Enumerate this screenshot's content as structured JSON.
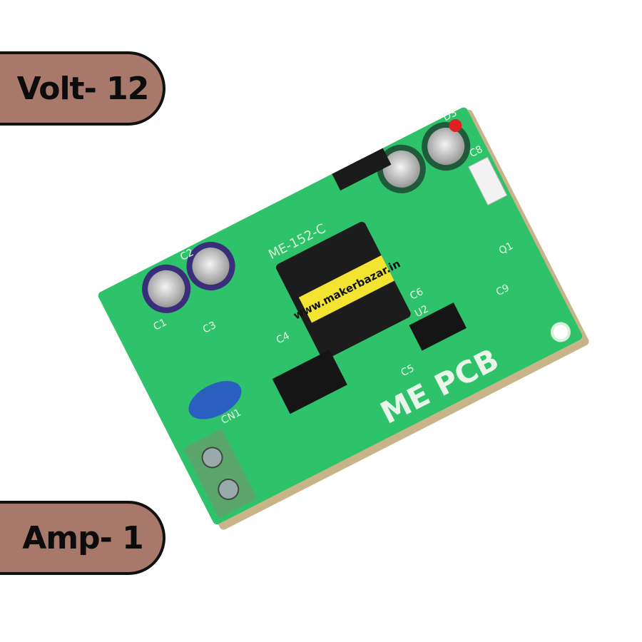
{
  "labels": {
    "voltage": "Volt- 12",
    "current": "Amp- 1"
  },
  "product": {
    "board_model": "ME-152-C",
    "transformer_text": "www.makerbazar.in",
    "logo": "ME PCB",
    "silkscreen": [
      "C1",
      "C2",
      "C3",
      "C4",
      "C5",
      "C6",
      "C8",
      "C9",
      "CN1",
      "U2",
      "Q1",
      "D3"
    ]
  },
  "colors": {
    "label_fill": "#a8786a",
    "label_border": "#111111",
    "pcb": "#2ec26a",
    "transformer_band": "#f2e430"
  }
}
